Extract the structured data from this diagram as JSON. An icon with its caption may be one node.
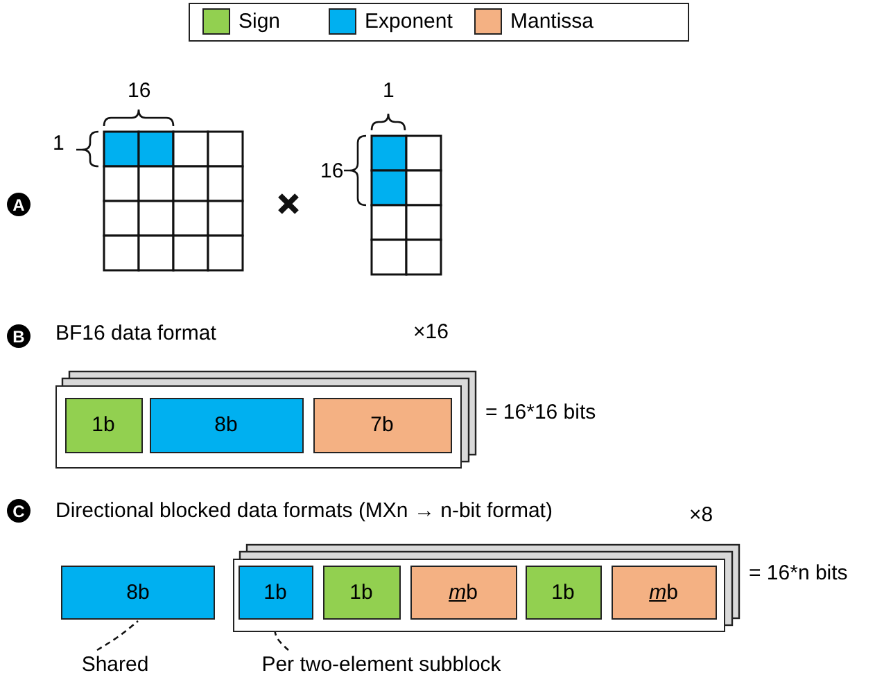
{
  "diagram": {
    "nodes": [
      {
        "text": [],
        "shape": "box"
      },
      {
        "text": [
          "1b"
        ],
        "in": 0
      },
      {
        "text": [
          "8b"
        ],
        "in": 0
      },
      {
        "text": [
          "7b"
        ],
        "in": 0
      },
      {
        "text": [
          "8b"
        ]
      },
      {
        "text": [],
        "shape": "box"
      },
      {
        "text": [
          "1b"
        ],
        "in": 5
      },
      {
        "text": [
          "1b"
        ],
        "in": 5
      },
      {
        "text": [
          "mb"
        ],
        "in": 5
      },
      {
        "text": [
          "1b"
        ],
        "in": 5
      },
      {
        "text": [
          "mb"
        ],
        "in": 5
      },
      {
        "text": [
          "Shared"
        ]
      },
      {
        "text": [
          "Per two-element subblock"
        ]
      }
    ],
    "edges": [
      {
        "from": 11,
        "to": 4,
        "arrow": "none",
        "style": "dashed"
      },
      {
        "from": 12,
        "to": 6,
        "arrow": "none",
        "style": "dashed"
      }
    ],
    "labels": [
      "16",
      "1",
      "1",
      "16",
      "A",
      "B",
      "BF16 data format",
      "×16",
      "= 16*16 bits",
      "C",
      "Directional blocked data formats (MXn → n-bit format)",
      "×8",
      "= 16*n bits"
    ],
    "legend": [
      {
        "text": "Sign",
        "color": "#92d050"
      },
      {
        "text": "Exponent",
        "color": "#00b0f0"
      },
      {
        "text": "Mantissa",
        "color": "#f4b183"
      }
    ]
  }
}
